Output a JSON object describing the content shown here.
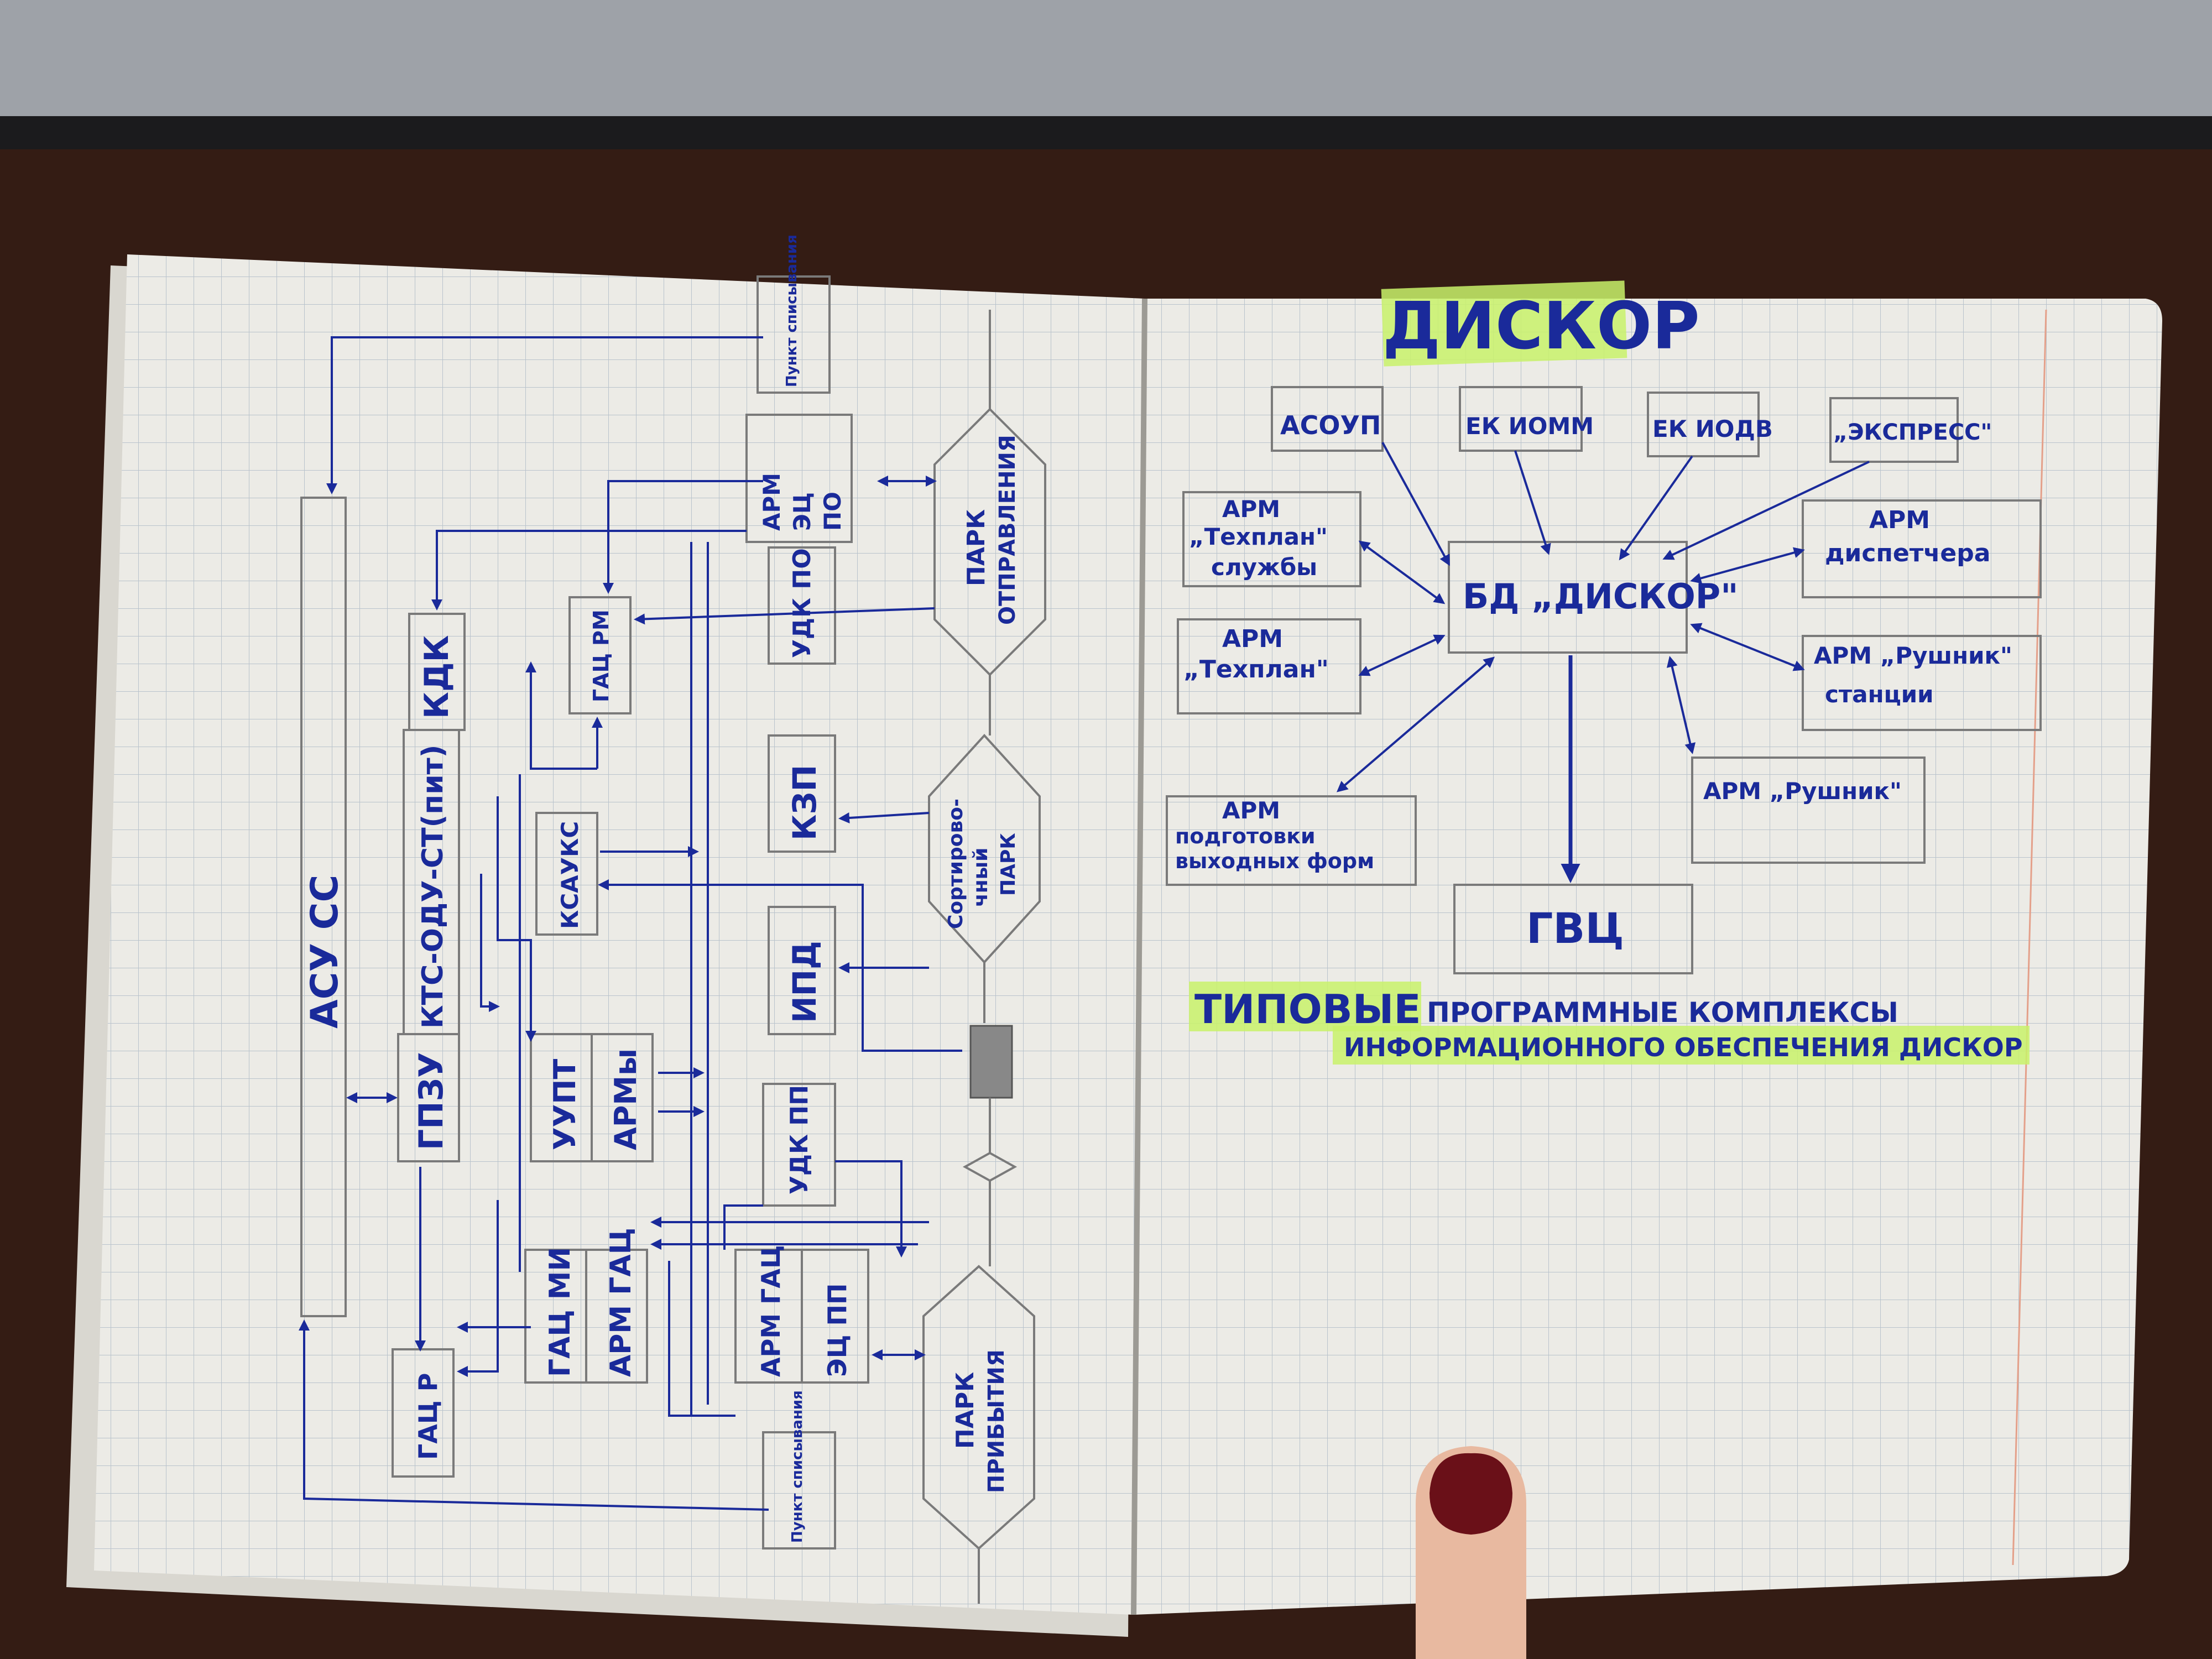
{
  "left_page": {
    "pencil_boxes": {
      "asu": "АСУ СС",
      "gpzu": "ГПЗУ",
      "kts": "КТС-ОДУ-СТ(пит)",
      "kdk": "КДК",
      "gac_p": "ГАЦ Р",
      "gac_mi": "ГАЦ МИ",
      "arm_gac": "АРМ ГАЦ",
      "uupt": "УУПТ",
      "army": "АРМы",
      "ksauks": "КСАУКС",
      "garc_pm": "ГАЦ РМ",
      "udk_po": "УДК ПО",
      "arm_ec_po_1": "АРМ",
      "arm_ec_po_2": "ЭЦ",
      "arm_ec_po_3": "ПО",
      "kzp": "КЗП",
      "ipd": "ИПД",
      "udk_pp": "УДК ПП",
      "arm_gac2": "АРМ ГАЦ",
      "ec_pp": "ЭЦ ПП",
      "punkt_top": "Пункт списывания",
      "punkt_bottom": "Пункт списывания"
    },
    "hexagons": {
      "depart_1": "ПАРК",
      "depart_2": "ОТПРАВЛЕНИЯ",
      "sort_1": "Сортирово-",
      "sort_2": "чный",
      "sort_3": "ПАРК",
      "arrive_1": "ПАРК",
      "arrive_2": "ПРИБЫТИЯ"
    }
  },
  "right_page": {
    "title": "ДИСКОР",
    "center": "БД „ДИСКОР\"",
    "sources": [
      "АСОУП",
      "ЕК ИОММ",
      "ЕК ИОДВ",
      "„ЭКСПРЕСС\""
    ],
    "left_arms": [
      {
        "l1": "АРМ",
        "l2": "„Техплан\"",
        "l3": "службы"
      },
      {
        "l1": "АРМ",
        "l2": "„Техплан\"",
        "l3": ""
      },
      {
        "l1": "АРМ",
        "l2": "подготовки",
        "l3": "выходных форм"
      }
    ],
    "right_arms": [
      {
        "l1": "АРМ",
        "l2": "диспетчера"
      },
      {
        "l1": "АРМ „Рушник\"",
        "l2": "станции"
      },
      {
        "l1": "АРМ „Рушник\"",
        "l2": ""
      }
    ],
    "gvc": "ГВЦ",
    "footer_hl": "ТИПОВЫЕ",
    "footer_1": "ПРОГРАММНЫЕ КОМПЛЕКСЫ",
    "footer_2": "ИНФОРМАЦИОННОГО ОБЕСПЕЧЕНИЯ ДИСКОР"
  },
  "colors": {
    "ink": "#1a2a9a",
    "pencil": "#7a7a7a",
    "highlighter": "#c9f26a",
    "paper": "#ecebe6"
  }
}
